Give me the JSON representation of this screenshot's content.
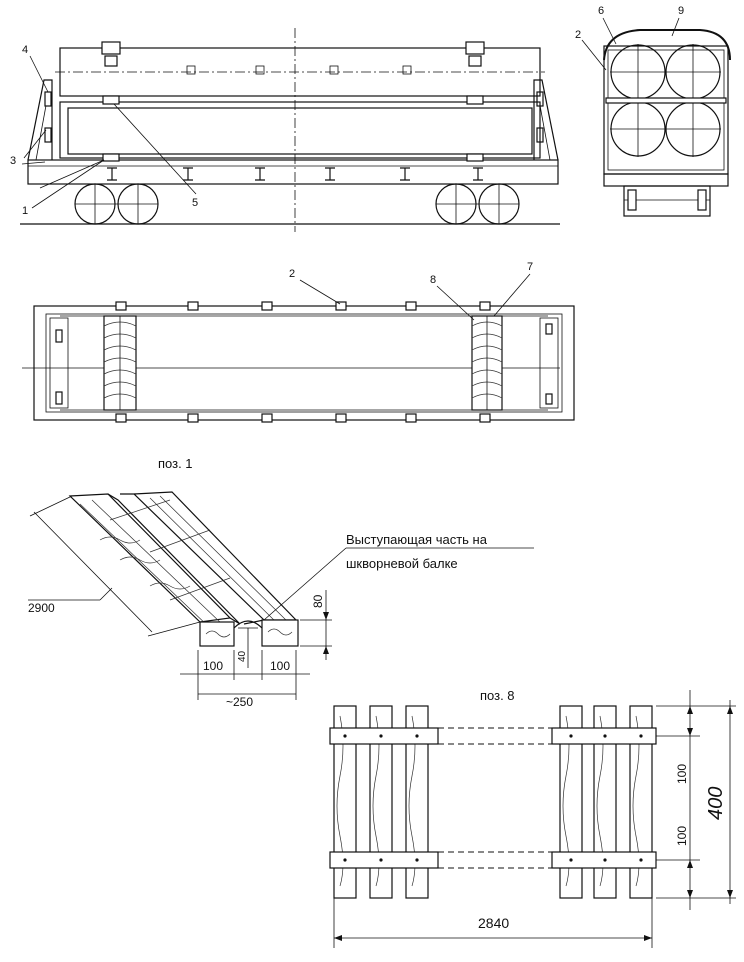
{
  "callouts": {
    "c1": "1",
    "c2": "2",
    "c3": "3",
    "c4": "4",
    "c5": "5",
    "c6": "6",
    "c7": "7",
    "c8": "8",
    "c9": "9"
  },
  "pos1": {
    "caption": "поз. 1",
    "annotation_line1": "Выступающая часть на",
    "annotation_line2": "шкворневой балке",
    "dim_length": "2900",
    "dim_height": "80",
    "dim_left": "100",
    "dim_right": "100",
    "dim_groove": "40",
    "dim_width": "~250"
  },
  "pos8": {
    "caption": "поз. 8",
    "dim_upper": "100",
    "dim_lower": "100",
    "dim_total": "400",
    "dim_length": "2840"
  }
}
